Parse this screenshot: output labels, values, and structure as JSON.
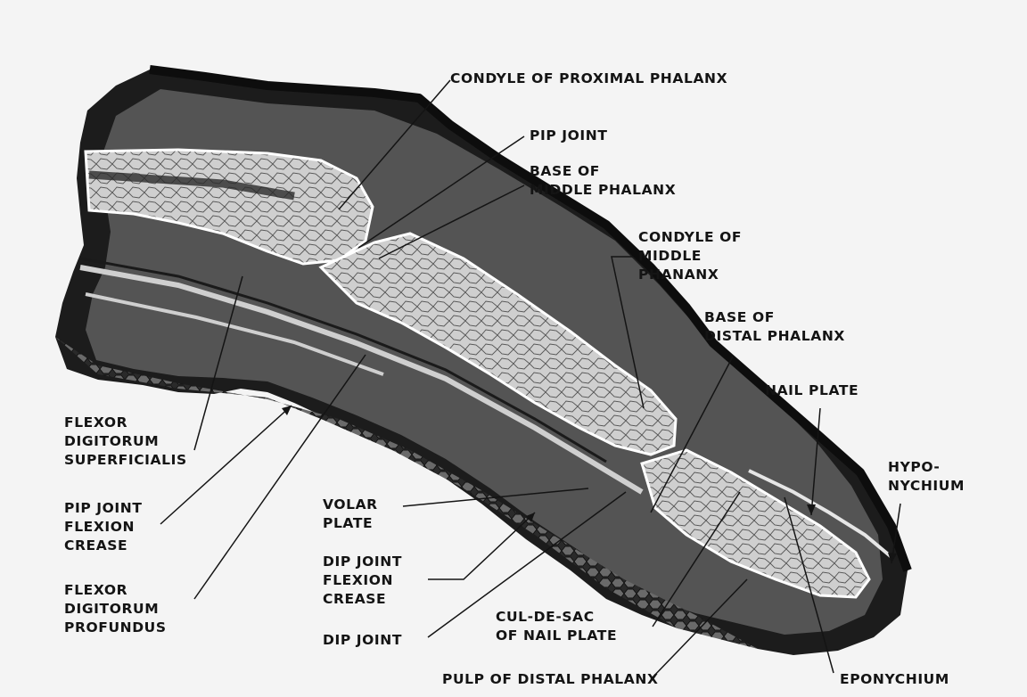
{
  "labels": {
    "condyle_proximal_phalanx": [
      "CONDYLE OF PROXIMAL PHALANX"
    ],
    "pip_joint": [
      "PIP JOINT"
    ],
    "base_middle_phalanx": [
      "BASE OF",
      "MIDDLE PHALANX"
    ],
    "condyle_middle_phalanx": [
      "CONDYLE OF",
      "MIDDLE",
      "PHANANX"
    ],
    "base_distal_phalanx": [
      "BASE OF",
      "DISTAL PHALANX"
    ],
    "nail_plate": [
      "NAIL PLATE"
    ],
    "hyponychium": [
      "HYPO-",
      "NYCHIUM"
    ],
    "flexor_digitorum_superficialis": [
      "FLEXOR",
      "DIGITORUM",
      "SUPERFICIALIS"
    ],
    "pip_joint_flexion_crease": [
      "PIP JOINT",
      "FLEXION",
      "CREASE"
    ],
    "flexor_digitorum_profundus": [
      "FLEXOR",
      "DIGITORUM",
      "PROFUNDUS"
    ],
    "volar_plate": [
      "VOLAR",
      "PLATE"
    ],
    "dip_joint_flexion_crease": [
      "DIP JOINT",
      "FLEXION",
      "CREASE"
    ],
    "dip_joint": [
      "DIP JOINT"
    ],
    "cul_de_sac_nail_plate": [
      "CUL-DE-SAC",
      "OF NAIL PLATE"
    ],
    "pulp_distal_phalanx": [
      "PULP OF DISTAL PHALANX"
    ],
    "eponychium": [
      "EPONYCHIUM"
    ]
  },
  "colors": {
    "background": "#f4f4f4",
    "tissue_dark": "#1c1c1c",
    "tissue_mid": "#4a4a4a",
    "bone_light": "#b9b9b9",
    "marrow": "#d2d2d2",
    "label_text": "#141414"
  }
}
